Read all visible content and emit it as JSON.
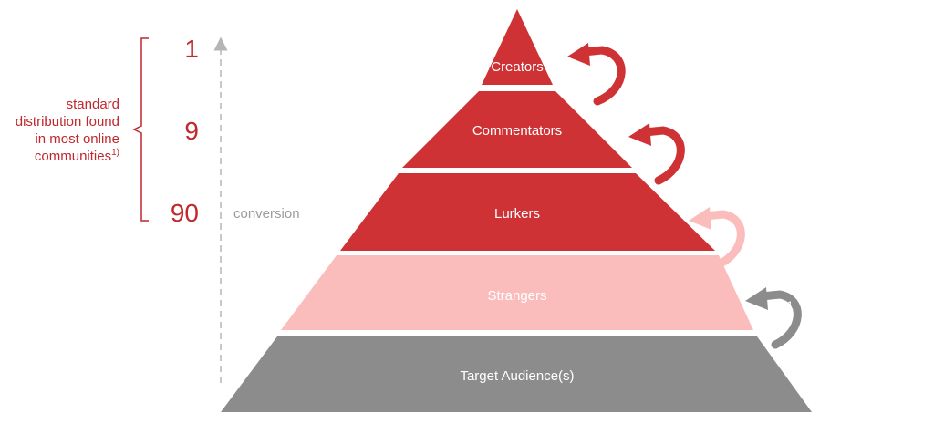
{
  "colors": {
    "accent_red": "#cf3234",
    "text_red": "#c1272d",
    "pink": "#fbbcbc",
    "gray": "#8c8c8c",
    "conversion_gray": "#b5b5b5"
  },
  "pyramid": {
    "tiers": [
      {
        "label": "Creators",
        "step": "4",
        "color": "#cf3234",
        "arrow_color": "#cf3234"
      },
      {
        "label": "Commentators",
        "step": "3",
        "color": "#cf3234",
        "arrow_color": "#cf3234"
      },
      {
        "label": "Lurkers",
        "step": "2",
        "color": "#cf3234",
        "arrow_color": "#fbbcbc"
      },
      {
        "label": "Strangers",
        "step": "1",
        "color": "#fbbcbc",
        "arrow_color": "#8c8c8c"
      },
      {
        "label": "Target Audience(s)",
        "step": "",
        "color": "#8c8c8c",
        "arrow_color": ""
      }
    ]
  },
  "distribution": {
    "numbers": [
      "1",
      "9",
      "90"
    ],
    "caption_lines": [
      "standard",
      "distribution found",
      "in most online",
      "communities"
    ],
    "footnote_mark": "1)"
  },
  "conversion": {
    "label": "conversion"
  },
  "icons": {
    "step_arrow": "curved-arrow-icon",
    "conversion_arrow": "dashed-up-arrow-icon"
  }
}
